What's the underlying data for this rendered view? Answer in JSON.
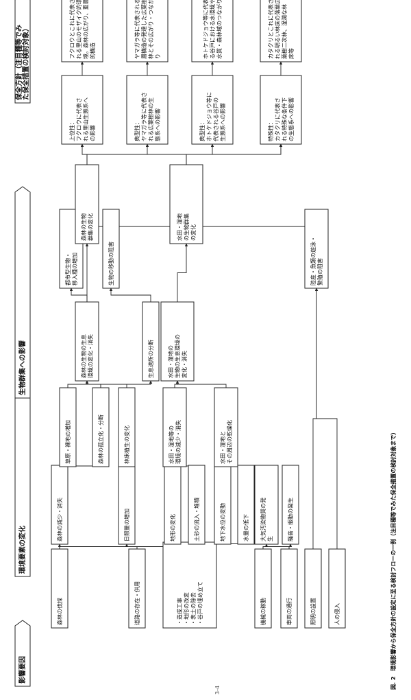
{
  "headers": [
    {
      "id": "h1",
      "text": "影響要因"
    },
    {
      "id": "h2",
      "text": "環境要素の変化"
    },
    {
      "id": "h3",
      "text": "生物群集への影響"
    },
    {
      "id": "h4",
      "lines": [
        "保全方針（注目種等でみ",
        "た保全措置の検討対象）"
      ]
    }
  ],
  "nodes": [
    {
      "id": "c1",
      "lines": [
        "森林の伐採"
      ]
    },
    {
      "id": "c2",
      "lines": [
        "道路の存在・供用"
      ]
    },
    {
      "id": "c3",
      "lines": [
        "・造成工事",
        "・地形の改変",
        "・表土の除去",
        "・谷戸の埋め立て"
      ]
    },
    {
      "id": "c4",
      "lines": [
        "機械の稼動"
      ]
    },
    {
      "id": "c5",
      "lines": [
        "車両の通行"
      ]
    },
    {
      "id": "c6",
      "lines": [
        "照明の設置"
      ]
    },
    {
      "id": "c7",
      "lines": [
        "人の侵入"
      ]
    },
    {
      "id": "e1",
      "lines": [
        "森林の減少・消失"
      ]
    },
    {
      "id": "e2",
      "lines": [
        "日照量の増加"
      ]
    },
    {
      "id": "e3",
      "lines": [
        "地形の変化"
      ]
    },
    {
      "id": "e4",
      "lines": [
        "土砂の流入・堆積"
      ]
    },
    {
      "id": "e5",
      "lines": [
        "地下水位の変動"
      ]
    },
    {
      "id": "e6",
      "lines": [
        "水量の低下"
      ]
    },
    {
      "id": "e7",
      "lines": [
        "大気汚染物質の発",
        "生"
      ]
    },
    {
      "id": "e8",
      "lines": [
        "騒音・振動の発生"
      ]
    },
    {
      "id": "f1",
      "lines": [
        "草原・裸地の増加"
      ]
    },
    {
      "id": "f2",
      "lines": [
        "森林の孤立化・分断"
      ]
    },
    {
      "id": "f3",
      "lines": [
        "林床植生の変化"
      ]
    },
    {
      "id": "f4",
      "lines": [
        "水田・湿地等の",
        "環境の減少・消失"
      ]
    },
    {
      "id": "f5",
      "lines": [
        "水田・湿地と",
        "その周辺の乾燥化"
      ]
    },
    {
      "id": "g1",
      "lines": [
        "森林の生物の生息",
        "環境の変化・消失"
      ]
    },
    {
      "id": "g2",
      "lines": [
        "生息適所の分断"
      ]
    },
    {
      "id": "g3",
      "lines": [
        "水田・湿地の",
        "生物の生息環境の",
        "変化・消失"
      ]
    },
    {
      "id": "b1",
      "lines": [
        "都市型生物・",
        "移入種の増加"
      ]
    },
    {
      "id": "b2",
      "lines": [
        "生物の移動の阻害"
      ]
    },
    {
      "id": "b3",
      "lines": [
        "陸産・魚類の遊泳・",
        "繁殖の阻害"
      ]
    },
    {
      "id": "i1",
      "lines": [
        "森林の生物",
        "群集の変化"
      ]
    },
    {
      "id": "i2",
      "lines": [
        "水田・湿地",
        "の生物群集",
        "の変化"
      ]
    },
    {
      "id": "j1",
      "lines": [
        "上位性：",
        "フクロウに代表さ",
        "れる里山生態系へ",
        "の影響"
      ]
    },
    {
      "id": "j2",
      "lines": [
        "典型性：",
        "ヤマガラ等に代表さ",
        "れる広葉樹林の生",
        "態系への影響"
      ]
    },
    {
      "id": "j3",
      "lines": [
        "典型性：",
        "ホトケドジョウ等に",
        "代表される谷戸の",
        "生態系への影響"
      ]
    },
    {
      "id": "j4",
      "lines": [
        "特殊性：",
        "カタクリに代表さ",
        "れる特殊な条件下",
        "の生態系への影響"
      ]
    },
    {
      "id": "k1",
      "lines": [
        "フクロウとこれに代表さ",
        "れる里山のモザイク的環",
        "境。森林の広がり、重層",
        "的構造"
      ]
    },
    {
      "id": "k2",
      "lines": [
        "ヤマガラ等に代表される階",
        "層構造の発達した広葉樹",
        "林とその広がり・つなが",
        "り"
      ]
    },
    {
      "id": "k3",
      "lines": [
        "ホトケドジョウ等に代表され",
        "る谷戸における水環境や",
        "水質・森林域のつながり"
      ]
    },
    {
      "id": "k4",
      "lines": [
        "カタクリとこれに代表さ",
        "れる明るい林床の落葉広",
        "葉樹二次林、湿潤な林",
        "床等"
      ]
    }
  ],
  "caption": "図. 2　環境影響から保全方針の設定に至る検討フローの一例（注目種等でみた保全措置の検討対象まで）",
  "page_number": "3-4"
}
